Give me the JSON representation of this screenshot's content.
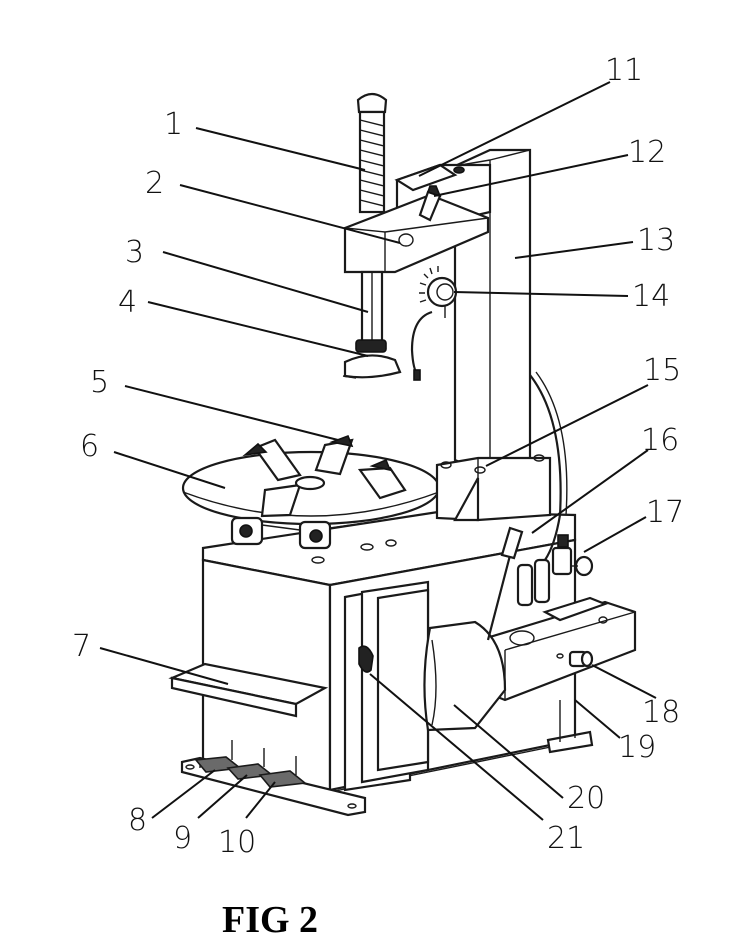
{
  "figure": {
    "caption": "FIG 2",
    "callouts": [
      {
        "id": "1",
        "text": "1"
      },
      {
        "id": "2",
        "text": "2"
      },
      {
        "id": "3",
        "text": "3"
      },
      {
        "id": "4",
        "text": "4"
      },
      {
        "id": "5",
        "text": "5"
      },
      {
        "id": "6",
        "text": "6"
      },
      {
        "id": "7",
        "text": "7"
      },
      {
        "id": "8",
        "text": "8"
      },
      {
        "id": "9",
        "text": "9"
      },
      {
        "id": "10",
        "text": "10"
      },
      {
        "id": "11",
        "text": "11"
      },
      {
        "id": "12",
        "text": "12"
      },
      {
        "id": "13",
        "text": "13"
      },
      {
        "id": "14",
        "text": "14"
      },
      {
        "id": "15",
        "text": "15"
      },
      {
        "id": "16",
        "text": "16"
      },
      {
        "id": "17",
        "text": "17"
      },
      {
        "id": "18",
        "text": "18"
      },
      {
        "id": "19",
        "text": "19"
      },
      {
        "id": "20",
        "text": "20"
      },
      {
        "id": "21",
        "text": "21"
      }
    ],
    "colors": {
      "line": "#1a1a1a",
      "background": "#ffffff"
    }
  }
}
